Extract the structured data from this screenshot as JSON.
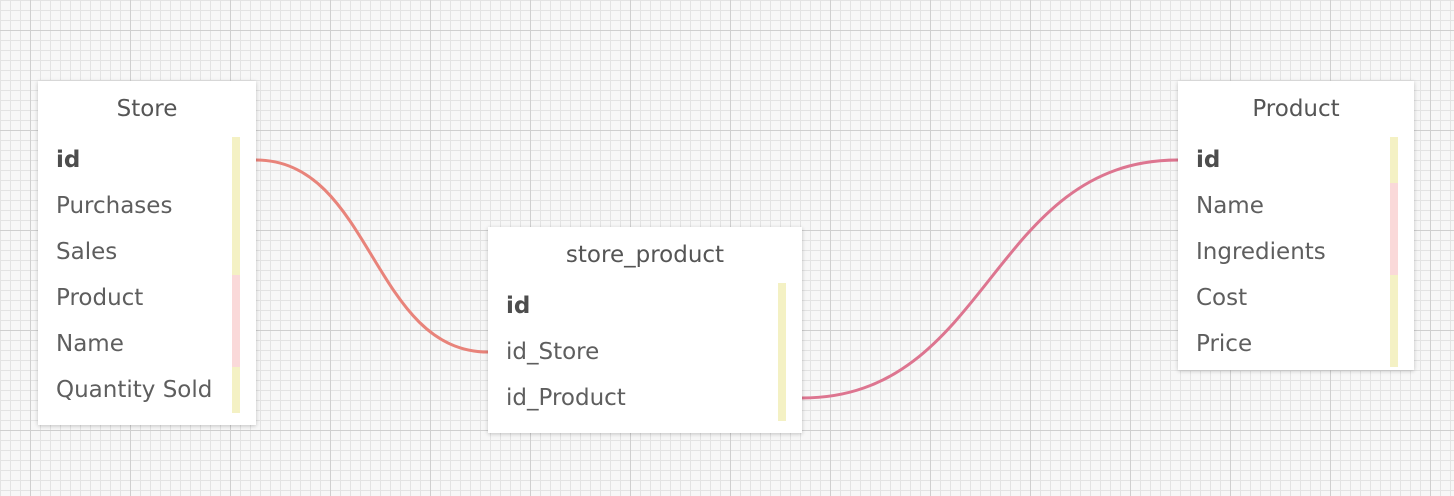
{
  "colors": {
    "bar_yellow": "#f4f1c4",
    "bar_pink": "#fad9d9",
    "link_store": "#e8837a",
    "link_product": "#dd7590"
  },
  "tables": [
    {
      "key": "store",
      "name": "Store",
      "columns": [
        {
          "name": "id",
          "pk": true,
          "bar": "yellow"
        },
        {
          "name": "Purchases",
          "pk": false,
          "bar": "yellow"
        },
        {
          "name": "Sales",
          "pk": false,
          "bar": "yellow"
        },
        {
          "name": "Product",
          "pk": false,
          "bar": "pink"
        },
        {
          "name": "Name",
          "pk": false,
          "bar": "pink"
        },
        {
          "name": "Quantity Sold",
          "pk": false,
          "bar": "yellow"
        }
      ]
    },
    {
      "key": "store_product",
      "name": "store_product",
      "columns": [
        {
          "name": "id",
          "pk": true,
          "bar": "yellow"
        },
        {
          "name": "id_Store",
          "pk": false,
          "bar": "yellow"
        },
        {
          "name": "id_Product",
          "pk": false,
          "bar": "yellow"
        }
      ]
    },
    {
      "key": "product",
      "name": "Product",
      "columns": [
        {
          "name": "id",
          "pk": true,
          "bar": "yellow"
        },
        {
          "name": "Name",
          "pk": false,
          "bar": "pink"
        },
        {
          "name": "Ingredients",
          "pk": false,
          "bar": "pink"
        },
        {
          "name": "Cost",
          "pk": false,
          "bar": "yellow"
        },
        {
          "name": "Price",
          "pk": false,
          "bar": "yellow"
        }
      ]
    }
  ],
  "relations": [
    {
      "from_table": "store",
      "from_column": "id",
      "to_table": "store_product",
      "to_column": "id_Store",
      "color": "link_store"
    },
    {
      "from_table": "product",
      "from_column": "id",
      "to_table": "store_product",
      "to_column": "id_Product",
      "color": "link_product"
    }
  ]
}
